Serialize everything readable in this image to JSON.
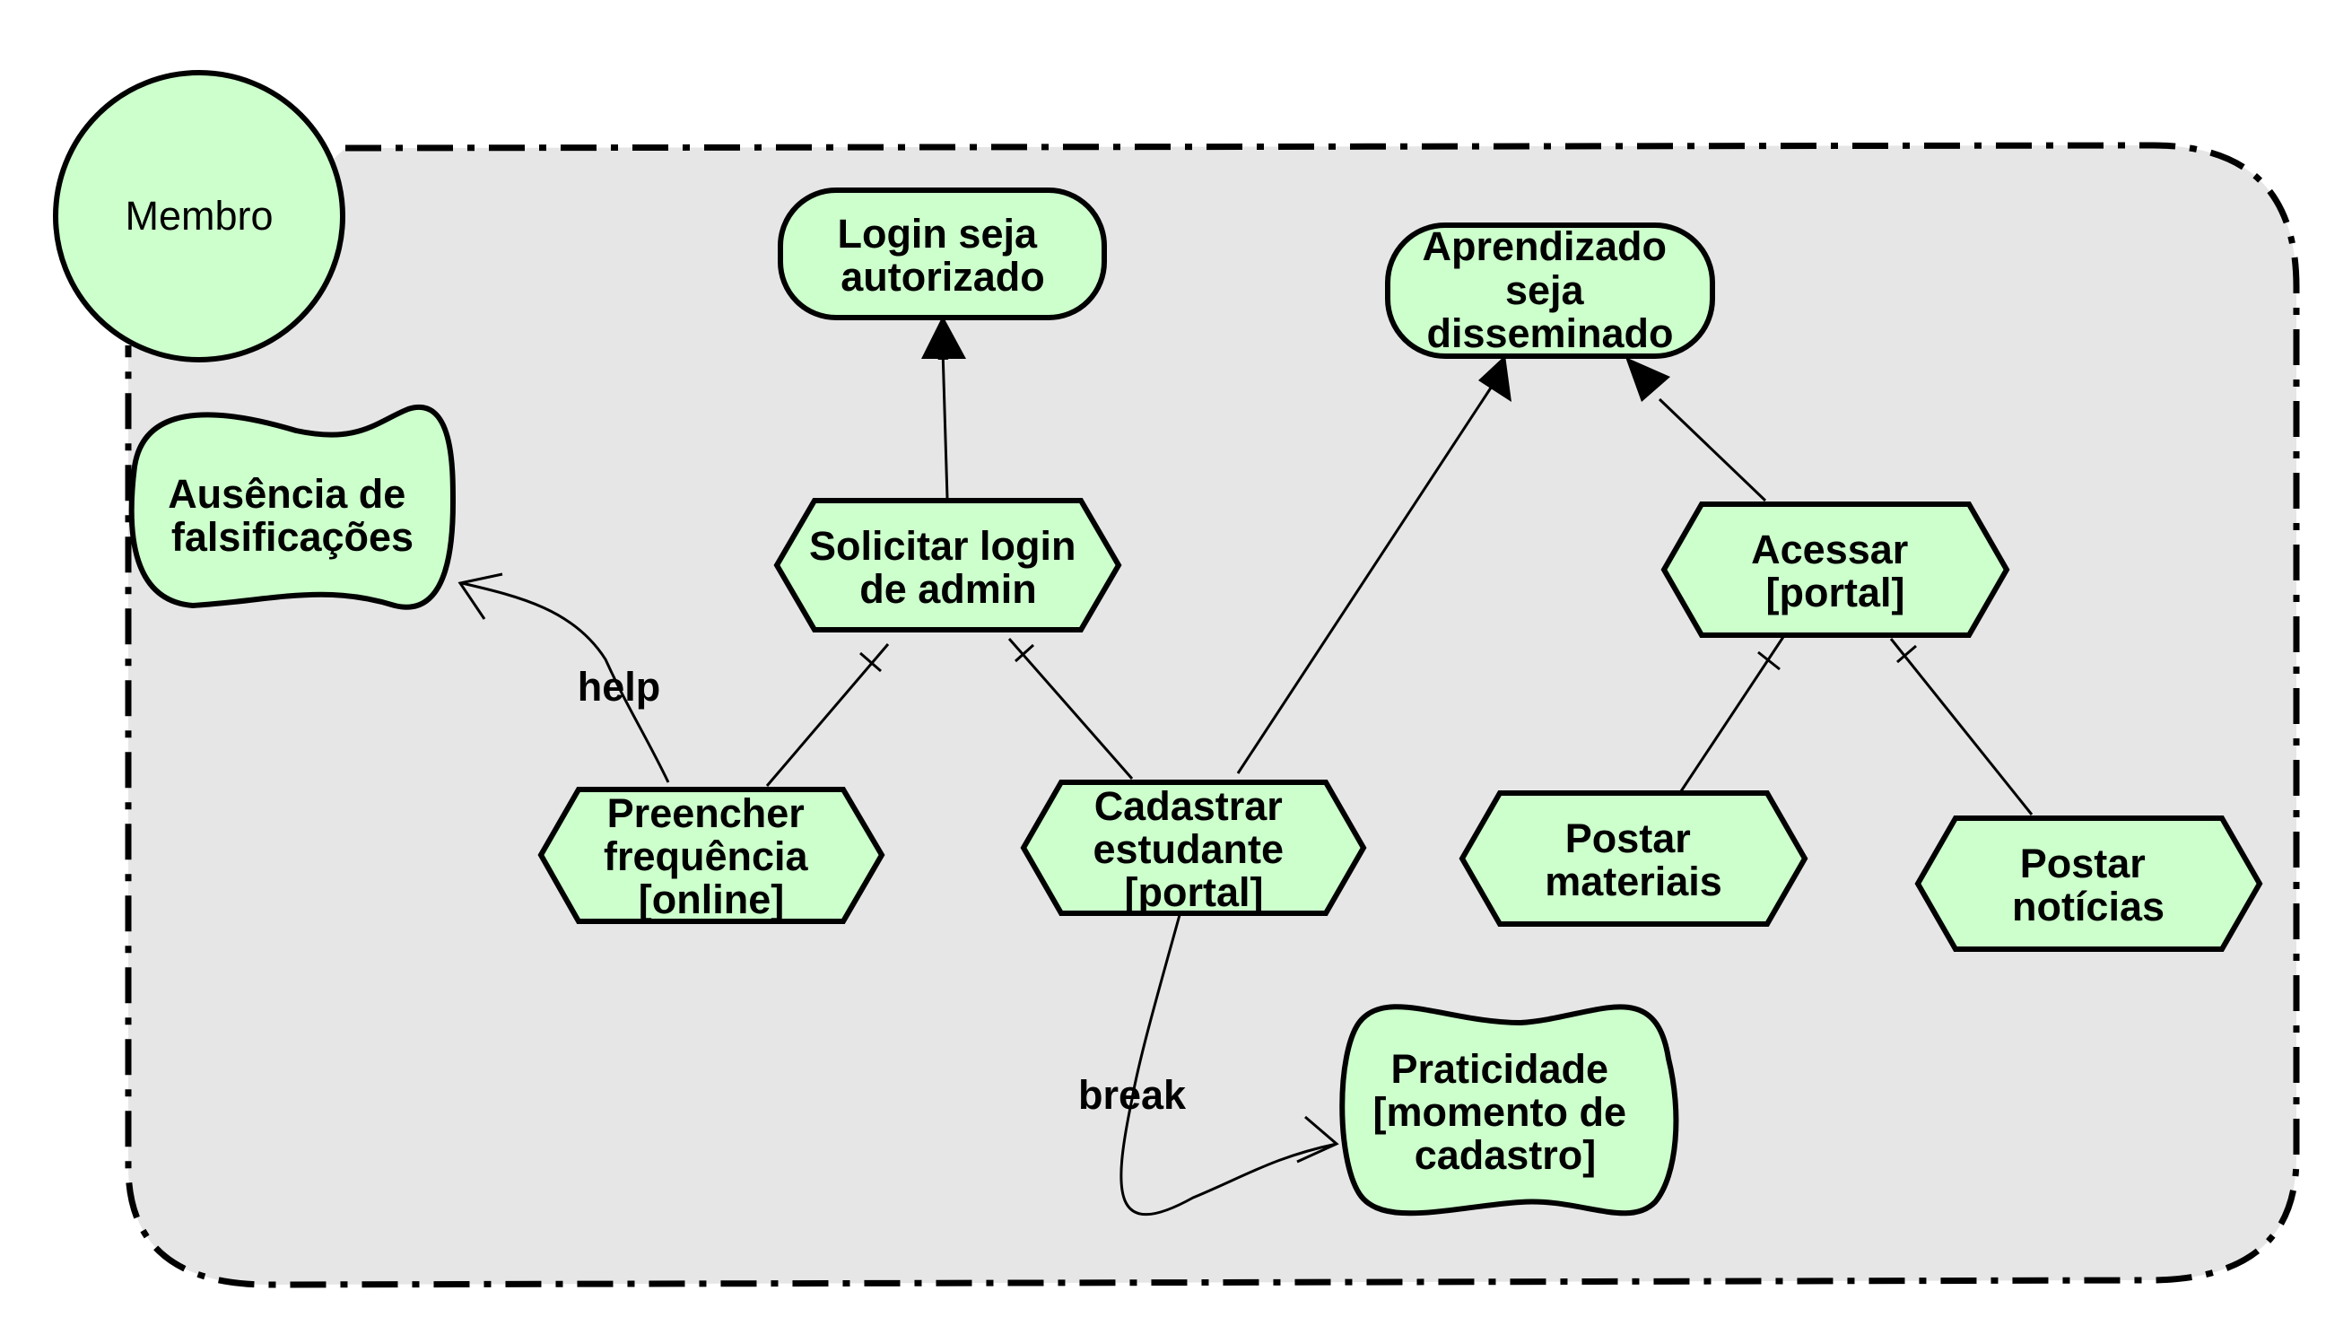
{
  "actor": {
    "label": "Membro"
  },
  "softgoals": {
    "no_forgery": [
      "Ausência de",
      "falsificações"
    ],
    "practicality": [
      "Praticidade",
      "[momento de",
      "cadastro]"
    ]
  },
  "goals": {
    "login": [
      "Login seja",
      "autorizado"
    ],
    "learning": [
      "Aprendizado",
      "seja",
      "disseminado"
    ]
  },
  "tasks": {
    "request_login": [
      "Solicitar login",
      "de admin"
    ],
    "fill_attendance": [
      "Preencher",
      "frequência",
      "[online]"
    ],
    "register_student": [
      "Cadastrar",
      "estudante",
      "[portal]"
    ],
    "access_portal": [
      "Acessar",
      "[portal]"
    ],
    "post_materials": [
      "Postar",
      "materiais"
    ],
    "post_news": [
      "Postar",
      "notícias"
    ]
  },
  "links": {
    "help_label": "help",
    "break_label": "break"
  },
  "colors": {
    "element_fill": "#ccffcc",
    "boundary_fill": "#e6e6e6",
    "stroke": "#000000"
  }
}
